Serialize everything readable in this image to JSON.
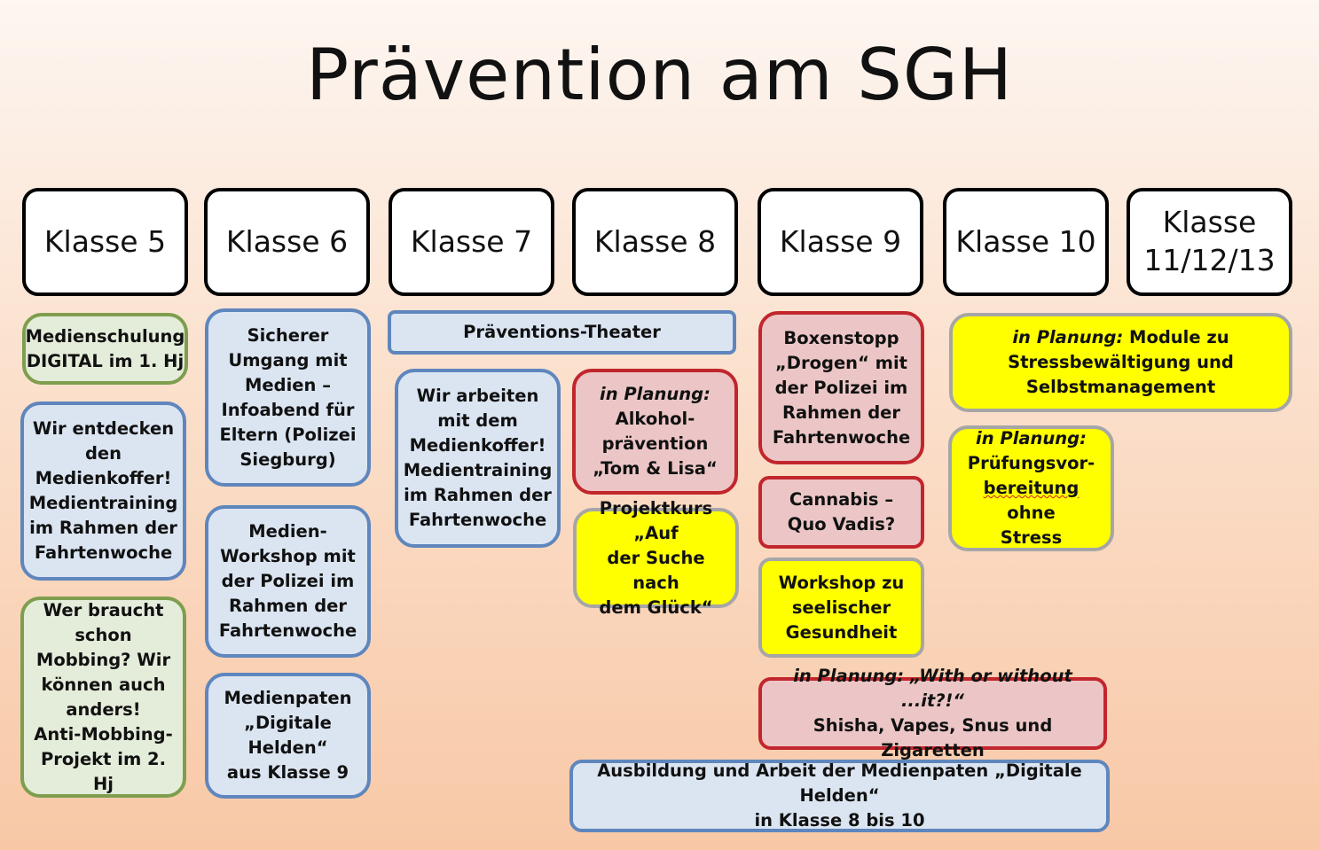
{
  "title": "Prävention am SGH",
  "columns": {
    "k5": "Klasse 5",
    "k6": "Klasse 6",
    "k7": "Klasse 7",
    "k8": "Klasse 8",
    "k9": "Klasse 9",
    "k10": "Klasse 10",
    "k11_line1": "Klasse",
    "k11_line2": "11/12/13"
  },
  "boxes": {
    "medienschulung": [
      "Medienschulung",
      "DIGITAL im 1. Hj"
    ],
    "medienkoffer5": [
      "Wir entdecken",
      "den",
      "Medienkoffer!",
      "Medientraining",
      "im Rahmen der",
      "Fahrtenwoche"
    ],
    "mobbing": [
      "Wer braucht",
      "schon",
      "Mobbing? Wir",
      "können auch",
      "anders!",
      "Anti-Mobbing-",
      "Projekt im 2. Hj"
    ],
    "sicherer_umgang": [
      "Sicherer",
      "Umgang mit",
      "Medien –",
      "Infoabend für",
      "Eltern (Polizei",
      "Siegburg)"
    ],
    "medien_workshop": [
      "Medien-",
      "Workshop mit",
      "der Polizei im",
      "Rahmen der",
      "Fahrtenwoche"
    ],
    "medienpaten": [
      "Medienpaten",
      "„Digitale",
      "Helden“",
      "aus Klasse 9"
    ],
    "theater": "Präventions-Theater",
    "medienkoffer7": [
      "Wir arbeiten",
      "mit dem",
      "Medienkoffer!",
      "Medientraining",
      "im Rahmen der",
      "Fahrtenwoche"
    ],
    "alkohol": {
      "planning": "in Planung:",
      "lines": [
        "Alkohol-",
        "prävention",
        "„Tom & Lisa“"
      ]
    },
    "projektkurs": [
      "Projektkurs „Auf",
      "der Suche nach",
      "dem Glück“"
    ],
    "boxenstopp": [
      "Boxenstopp",
      "„Drogen“ mit",
      "der Polizei im",
      "Rahmen der",
      "Fahrtenwoche"
    ],
    "cannabis": [
      "Cannabis –",
      "Quo Vadis?"
    ],
    "seelische": [
      "Workshop zu",
      "seelischer",
      "Gesundheit"
    ],
    "stress_module": {
      "planning": "in Planung:",
      "line1_rest": " Module zu",
      "lines": [
        "Stressbewältigung und",
        "Selbstmanagement"
      ]
    },
    "pruefung": {
      "planning": "in Planung:",
      "line2": "Prüfungsvor-",
      "line3": "bereitung",
      "line3_rest": " ohne",
      "line4": "Stress"
    },
    "shisha": {
      "line1": "in Planung: „With or without ...it?!“",
      "line2": "Shisha, Vapes, Snus und Zigaretten"
    },
    "ausbildung": [
      "Ausbildung und Arbeit der Medienpaten „Digitale Helden“",
      "in Klasse 8 bis 10"
    ]
  },
  "colors": {
    "blue_fill": "#dbe5f2",
    "blue_border": "#5f86bd",
    "green_fill": "#e4ecda",
    "green_border": "#7e9e4e",
    "red_fill": "#ecc6c6",
    "red_border": "#c2262d",
    "yellow_fill": "#ffff00",
    "yellow_border": "#a6a6a6"
  }
}
